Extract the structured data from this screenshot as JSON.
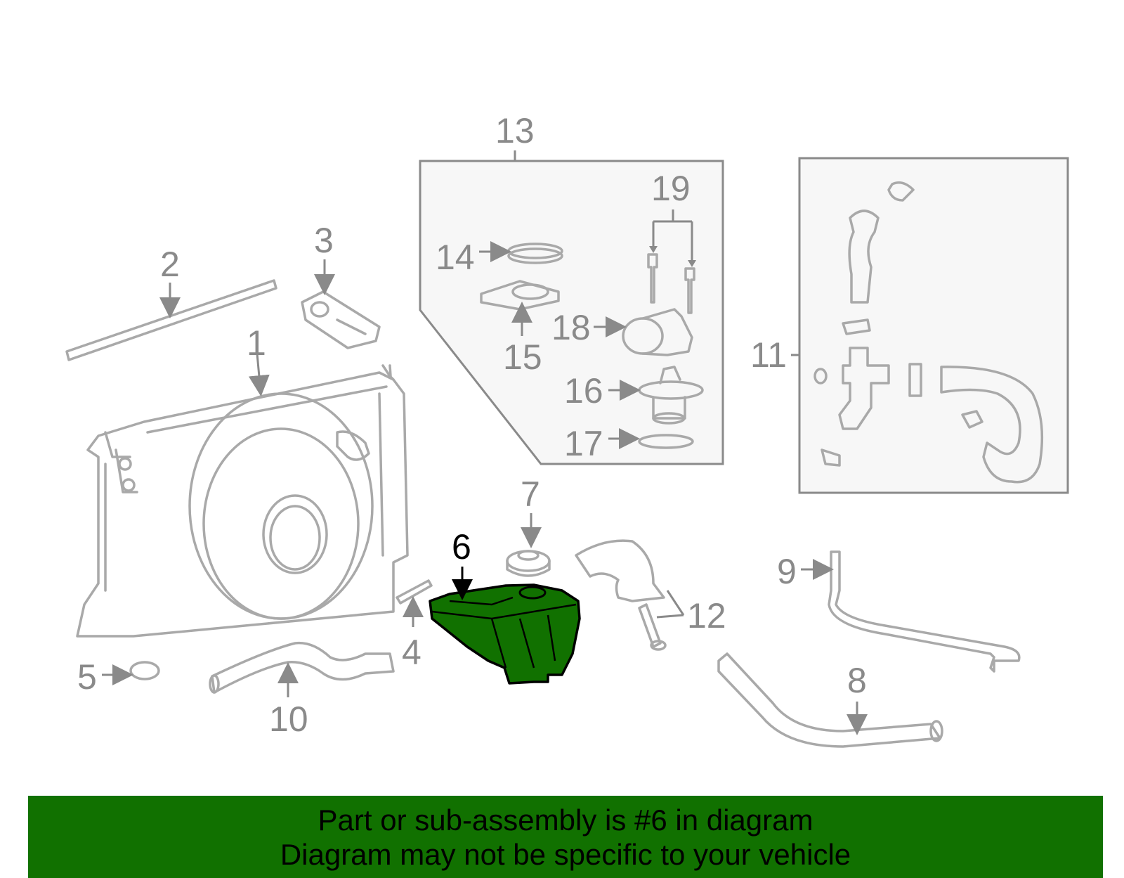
{
  "diagram": {
    "highlight_color": "#117100",
    "highlighted_part": "6",
    "callouts": {
      "c1": "1",
      "c2": "2",
      "c3": "3",
      "c4": "4",
      "c5": "5",
      "c6": "6",
      "c7": "7",
      "c8": "8",
      "c9": "9",
      "c10": "10",
      "c11": "11",
      "c12": "12",
      "c13": "13",
      "c14": "14",
      "c15": "15",
      "c16": "16",
      "c17": "17",
      "c18": "18",
      "c19": "19"
    }
  },
  "banner": {
    "line1": "Part or sub-assembly is #6 in diagram",
    "line2": "Diagram may not be specific to your vehicle",
    "background": "#117100"
  }
}
